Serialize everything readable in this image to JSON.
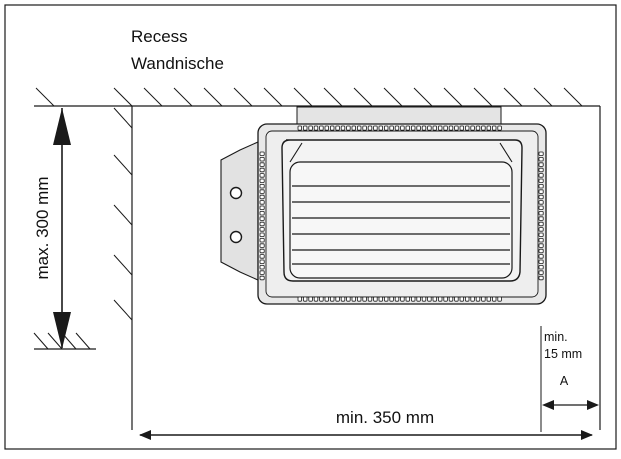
{
  "diagram": {
    "recess_label_en": "Recess",
    "recess_label_de": "Wandnische",
    "height_label": "max. 300 mm",
    "width_label": "min. 350 mm",
    "clearance_label_line1": "min.",
    "clearance_label_line2": "15 mm",
    "clearance_marker": "A"
  },
  "colors": {
    "line": "#1a1a1a",
    "heater_fill": "#e8e8e8",
    "heater_inner": "#f4f4f4",
    "bracket_fill": "#e2e2e2"
  }
}
